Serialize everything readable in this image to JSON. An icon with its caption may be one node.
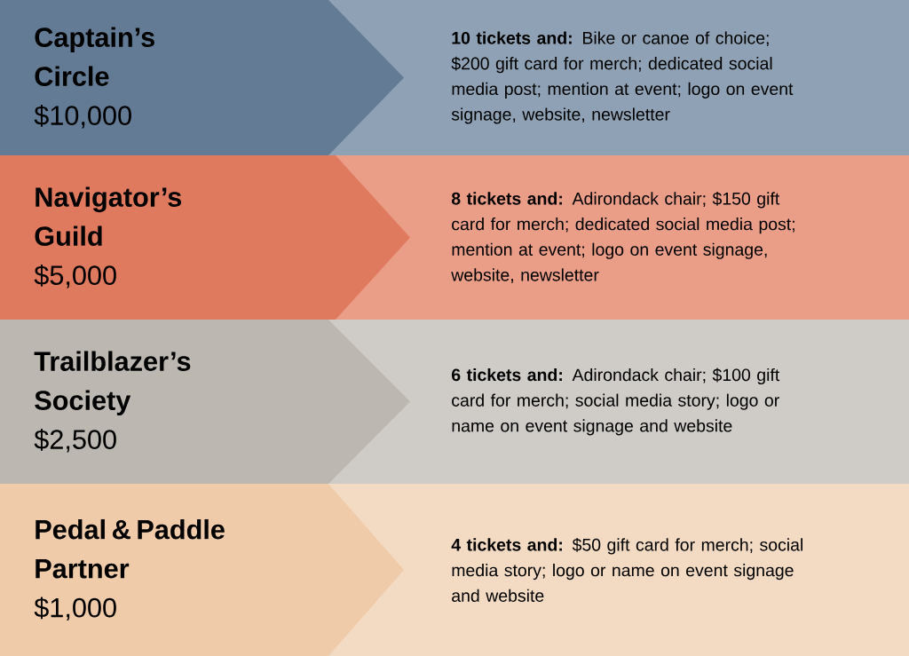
{
  "diagram": {
    "nodes": [
      {
        "text": [
          "Captain’s Circle",
          "$10,000"
        ]
      },
      {
        "text": [
          "**10 tickets and:** Bike or canoe of choice; $200 gift card for merch; dedicated social media post; mention at event; logo on event signage, website, newsletter"
        ]
      },
      {
        "text": [
          "Navigator’s Guild",
          "$5,000"
        ]
      },
      {
        "text": [
          "**8 tickets and:** Adirondack chair; $150 gift card for merch; dedicated social media post; mention at event; logo on event signage, website, newsletter"
        ]
      },
      {
        "text": [
          "Trailblazer’s Society",
          "$2,500"
        ]
      },
      {
        "text": [
          "**6 tickets and:** Adirondack chair; $100 gift card for merch; social media story; logo or name on event signage and website"
        ]
      },
      {
        "text": [
          "Pedal & Paddle Partner",
          "$1,000"
        ]
      },
      {
        "text": [
          "**4 tickets and:** $50 gift card for merch; social media story; logo or name on event signage and website"
        ]
      }
    ]
  }
}
